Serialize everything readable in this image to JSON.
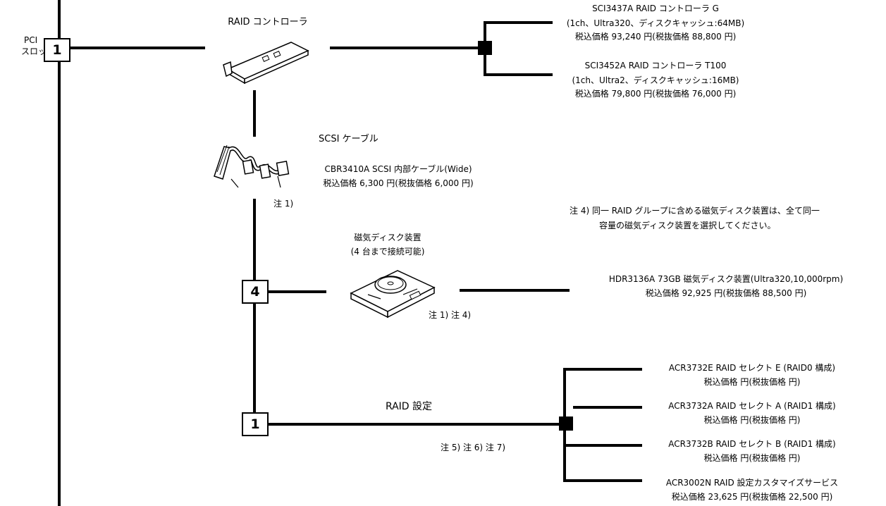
{
  "pci_slot": {
    "line1": "PCI",
    "line2": "スロット",
    "count": "1"
  },
  "raid_controller": {
    "title": "RAID コントローラ",
    "options": [
      {
        "line1": "SCI3437A  RAID コントローラ G",
        "line2": "(1ch、Ultra320、ディスクキャッシュ:64MB)",
        "line3": "税込価格 93,240 円(税抜価格 88,800  円)"
      },
      {
        "line1": "SCI3452A  RAID コントローラ T100",
        "line2": "(1ch、Ultra2、ディスクキャッシュ:16MB)",
        "line3": "税込価格 79,800 円(税抜価格 76,000 円)"
      }
    ]
  },
  "scsi_cable": {
    "title": "SCSI ケーブル",
    "line1": "CBR3410A  SCSI 内部ケーブル(Wide)",
    "line2": "税込価格 6,300 円(税抜価格 6,000 円)",
    "note": "注 1)"
  },
  "note4": {
    "line1": "注 4) 同一 RAID グループに含める磁気ディスク装置は、全て同一",
    "line2": "容量の磁気ディスク装置を選択してください。"
  },
  "disk": {
    "title1": "磁気ディスク装置",
    "title2": "(4 台まで接続可能)",
    "count": "4",
    "notes": "注 1) 注 4)",
    "line1": "HDR3136A  73GB 磁気ディスク装置(Ultra320,10,000rpm)",
    "line2": "税込価格 92,925 円(税抜価格 88,500 円)"
  },
  "raid_setting": {
    "title": "RAID 設定",
    "count": "1",
    "notes": "注 5) 注 6) 注 7)",
    "options": [
      {
        "line1": "ACR3732E  RAID セレクト E (RAID0 構成)",
        "line2": "税込価格   円(税抜価格   円)"
      },
      {
        "line1": "ACR3732A  RAID セレクト A (RAID1 構成)",
        "line2": "税込価格   円(税抜価格   円)"
      },
      {
        "line1": "ACR3732B  RAID セレクト B (RAID1 構成)",
        "line2": "税込価格   円(税抜価格   円)"
      },
      {
        "line1": "ACR3002N  RAID 設定カスタマイズサービス",
        "line2": "税込価格 23,625 円(税抜価格 22,500 円)"
      }
    ]
  }
}
